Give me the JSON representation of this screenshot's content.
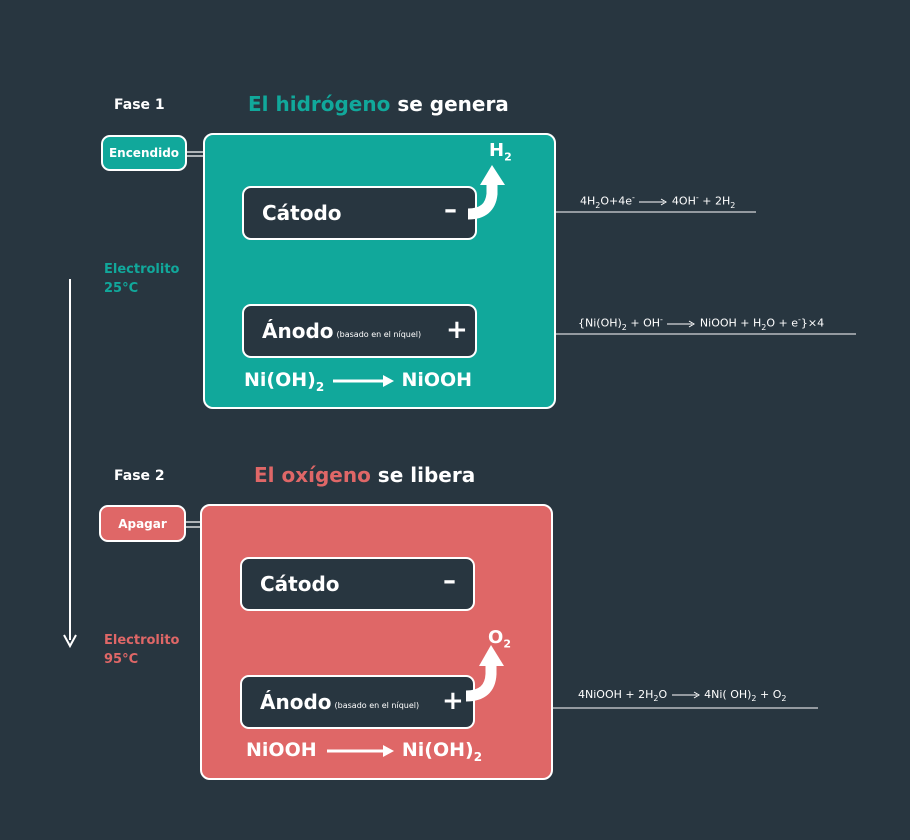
{
  "phase1": {
    "label": "Fase 1",
    "heading_highlight": "El hidrógeno",
    "heading_rest": " se genera",
    "switch": "Encendido",
    "cathode": "Cátodo",
    "cathode_sign": "–",
    "anode": "Ánodo",
    "anode_note": "(basado en el níquel)",
    "anode_sign": "+",
    "gas": "H",
    "gas_sub": "2",
    "reaction_left": "Ni(OH)",
    "reaction_left_sub": "2",
    "reaction_right": "NiOOH",
    "electrolyte": [
      "Electrolito",
      "25°C"
    ]
  },
  "phase2": {
    "label": "Fase 2",
    "heading_highlight": "El oxígeno",
    "heading_rest": " se libera",
    "switch": "Apagar",
    "cathode": "Cátodo",
    "cathode_sign": "–",
    "anode": "Ánodo",
    "anode_note": "(basado en el níquel)",
    "anode_sign": "+",
    "gas": "O",
    "gas_sub": "2",
    "reaction_left": "NiOOH",
    "reaction_right": "Ni(OH)",
    "reaction_right_sub": "2",
    "electrolyte": [
      "Electrolito",
      "95°C"
    ]
  },
  "equations": {
    "eq1": {
      "a": "4H",
      "a_sub": "2",
      "b": "O+4e",
      "b_sup": "-",
      "c": "4OH",
      "c_sup": "-",
      "d": " + 2H",
      "d_sub": "2"
    },
    "eq2": {
      "a": "{Ni(OH)",
      "a_sub": "2",
      "b": " + OH",
      "b_sup": "-",
      "c": "NiOOH + H",
      "c_sub": "2",
      "d": "O + e",
      "d_sup": "-",
      "e": "}×4"
    },
    "eq3": {
      "a": "4NiOOH + 2H",
      "a_sub": "2",
      "b": "O",
      "c": "4Ni( OH)",
      "c_sub": "2",
      "d": " + O",
      "d_sub": "2"
    }
  },
  "colors": {
    "background": "#283640",
    "phase1": "#11a89b",
    "phase2": "#df6767",
    "electrode_fill": "#283640",
    "line": "#ffffff"
  }
}
